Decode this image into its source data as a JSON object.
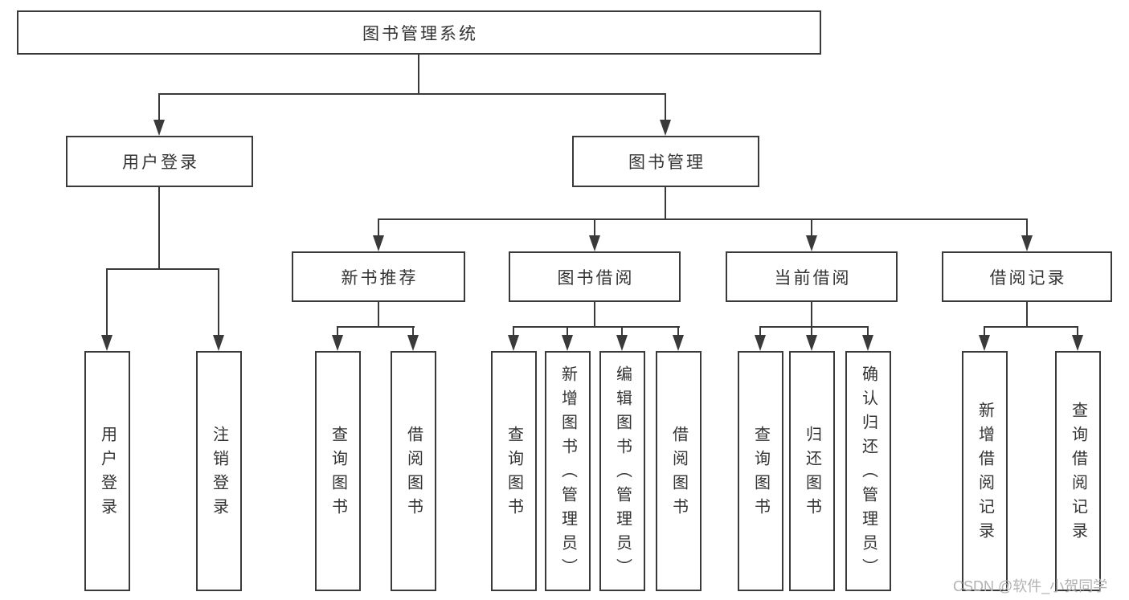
{
  "diagram": {
    "type": "hierarchy-tree",
    "root": {
      "label": "图书管理系统",
      "children": [
        {
          "label": "用户登录",
          "children": [
            {
              "label": "用户登录"
            },
            {
              "label": "注销登录"
            }
          ]
        },
        {
          "label": "图书管理",
          "children": [
            {
              "label": "新书推荐",
              "children": [
                {
                  "label": "查询图书"
                },
                {
                  "label": "借阅图书"
                }
              ]
            },
            {
              "label": "图书借阅",
              "children": [
                {
                  "label": "查询图书"
                },
                {
                  "label": "新增图书（管理员）"
                },
                {
                  "label": "编辑图书（管理员）"
                },
                {
                  "label": "借阅图书"
                }
              ]
            },
            {
              "label": "当前借阅",
              "children": [
                {
                  "label": "查询图书"
                },
                {
                  "label": "归还图书"
                },
                {
                  "label": "确认归还（管理员）"
                }
              ]
            },
            {
              "label": "借阅记录",
              "children": [
                {
                  "label": "新增借阅记录"
                },
                {
                  "label": "查询借阅记录"
                }
              ]
            }
          ]
        }
      ]
    }
  },
  "watermark": {
    "text": "CSDN @软件_小贺同学",
    "color": "#b2b2b2"
  },
  "colors": {
    "line": "#3a3a3a",
    "text": "#333333",
    "background": "#ffffff",
    "box_fill": "#ffffff"
  }
}
